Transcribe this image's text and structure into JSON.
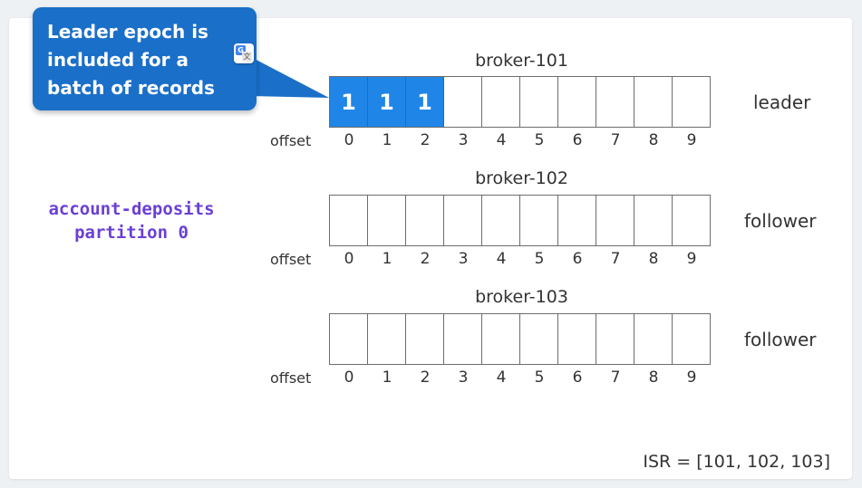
{
  "callout": {
    "lines": [
      "Leader epoch is",
      "included for a",
      "batch of records"
    ]
  },
  "topic": {
    "name": "account-deposits",
    "partition": "partition 0"
  },
  "offset_label": "offset",
  "offsets": [
    "0",
    "1",
    "2",
    "3",
    "4",
    "5",
    "6",
    "7",
    "8",
    "9"
  ],
  "brokers": [
    {
      "name": "broker-101",
      "role": "leader",
      "cells": [
        "1",
        "1",
        "1",
        "",
        "",
        "",
        "",
        "",
        "",
        ""
      ]
    },
    {
      "name": "broker-102",
      "role": "follower",
      "cells": [
        "",
        "",
        "",
        "",
        "",
        "",
        "",
        "",
        "",
        ""
      ]
    },
    {
      "name": "broker-103",
      "role": "follower",
      "cells": [
        "",
        "",
        "",
        "",
        "",
        "",
        "",
        "",
        "",
        ""
      ]
    }
  ],
  "isr": "ISR = [101, 102, 103]",
  "colors": {
    "record_fill": "#1f86e8",
    "callout_bg": "#1a6fc8",
    "topic_text": "#6a3fd6"
  }
}
